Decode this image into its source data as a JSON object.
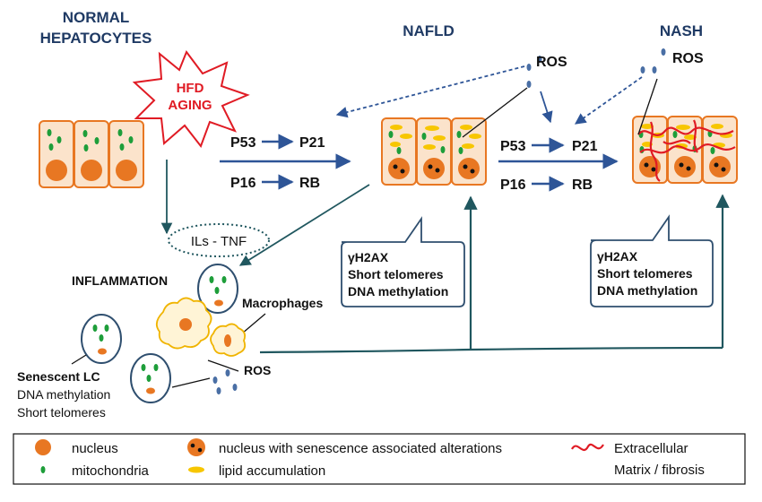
{
  "stages": {
    "normal": [
      "NORMAL",
      "HEPATOCYTES"
    ],
    "nafld": "NAFLD",
    "nash": "NASH"
  },
  "burst": {
    "line1": "HFD",
    "line2": "AGING"
  },
  "pathways": {
    "left": {
      "p53": "P53",
      "p21": "P21",
      "p16": "P16",
      "rb": "RB"
    },
    "right": {
      "p53": "P53",
      "p21": "P21",
      "p16": "P16",
      "rb": "RB"
    }
  },
  "ros": {
    "nafld": "ROS",
    "nash": "ROS",
    "inflammation": "ROS"
  },
  "inflammation": {
    "cytokines": "ILs - TNF",
    "title": "INFLAMMATION",
    "macrophages": "Macrophages",
    "senescent_title": "Senescent LC",
    "senescent_line1": "DNA methylation",
    "senescent_line2": "Short telomeres"
  },
  "callouts": {
    "nafld": [
      "γH2AX",
      "Short telomeres",
      "DNA methylation"
    ],
    "nash": [
      "γH2AX",
      "Short telomeres",
      "DNA methylation"
    ]
  },
  "legend": {
    "nucleus": "nucleus",
    "mitochondria": "mitochondria",
    "senescent_nucleus": "nucleus with senescence associated alterations",
    "lipid": "lipid accumulation",
    "ecm_line1": "Extracellular",
    "ecm_line2": "Matrix / fibrosis"
  },
  "colors": {
    "title_blue": "#1f3a64",
    "arrow_blue": "#2e5597",
    "teal": "#20575f",
    "cell_fill": "#fbe3cb",
    "cell_stroke": "#e87722",
    "nucleus": "#e87722",
    "mitochondria": "#1e9e3a",
    "lipid": "#f7c600",
    "ros": "#4a6fa5",
    "fibrosis": "#e01b24"
  }
}
